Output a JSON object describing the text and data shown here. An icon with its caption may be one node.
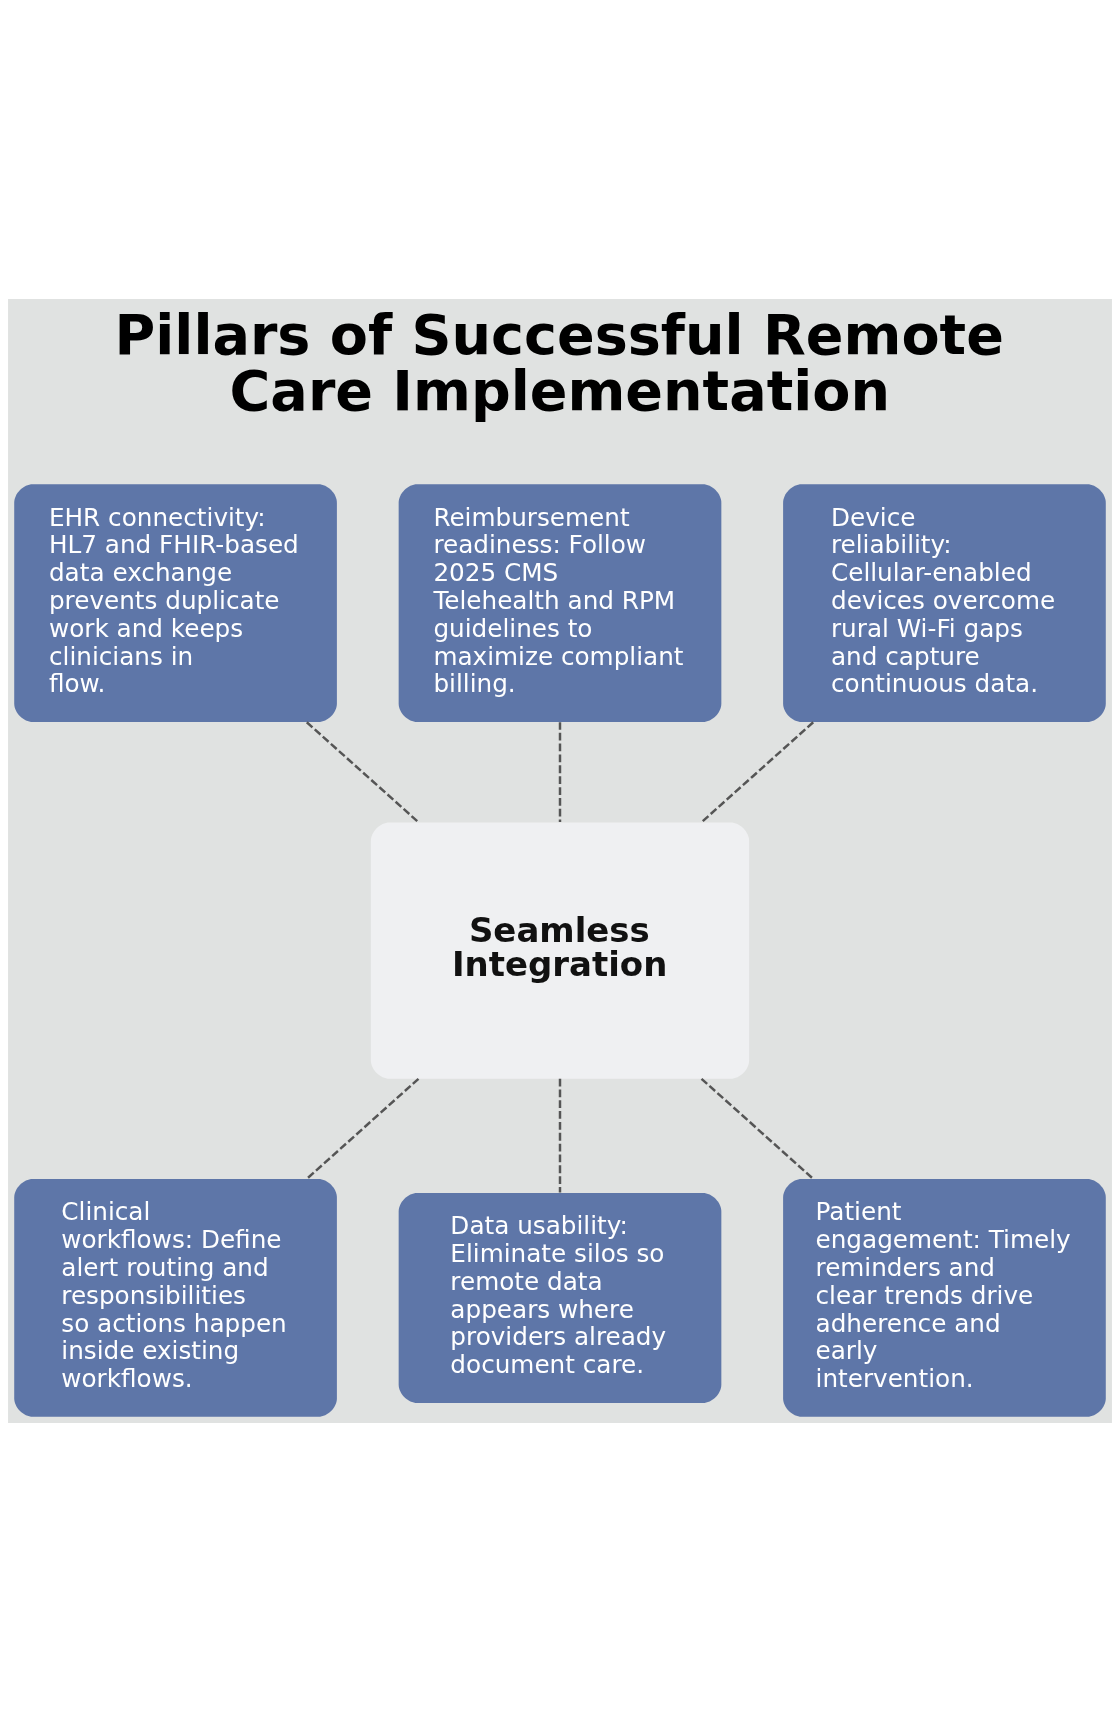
{
  "diagram": {
    "title": "Pillars of Successful Remote Care Implementation",
    "nodes": [
      {
        "text": [
          "EHR connectivity: HL7 and FHIR-based data exchange prevents duplicate work and keeps clinicians in flow."
        ]
      },
      {
        "text": [
          "Reimbursement readiness: Follow 2025 CMS Telehealth and RPM guidelines to maximize compliant billing."
        ]
      },
      {
        "text": [
          "Device reliability: Cellular-enabled devices overcome rural Wi-Fi gaps and capture continuous data."
        ]
      },
      {
        "text": [
          "Seamless Integration"
        ]
      },
      {
        "text": [
          "Clinical workflows: Define alert routing and responsibilities so actions happen inside existing workflows."
        ]
      },
      {
        "text": [
          "Data usability: Eliminate silos so remote data appears where providers already document care."
        ]
      },
      {
        "text": [
          "Patient engagement: Timely reminders and clear trends drive adherence and early intervention."
        ]
      }
    ],
    "edges": [
      {
        "from": 0,
        "to": 3,
        "arrow": "none",
        "style": "dashed"
      },
      {
        "from": 1,
        "to": 3,
        "arrow": "none",
        "style": "dashed"
      },
      {
        "from": 2,
        "to": 3,
        "arrow": "none",
        "style": "dashed"
      },
      {
        "from": 3,
        "to": 4,
        "arrow": "none",
        "style": "dashed"
      },
      {
        "from": 3,
        "to": 5,
        "arrow": "none",
        "style": "dashed"
      },
      {
        "from": 3,
        "to": 6,
        "arrow": "none",
        "style": "dashed"
      }
    ]
  }
}
